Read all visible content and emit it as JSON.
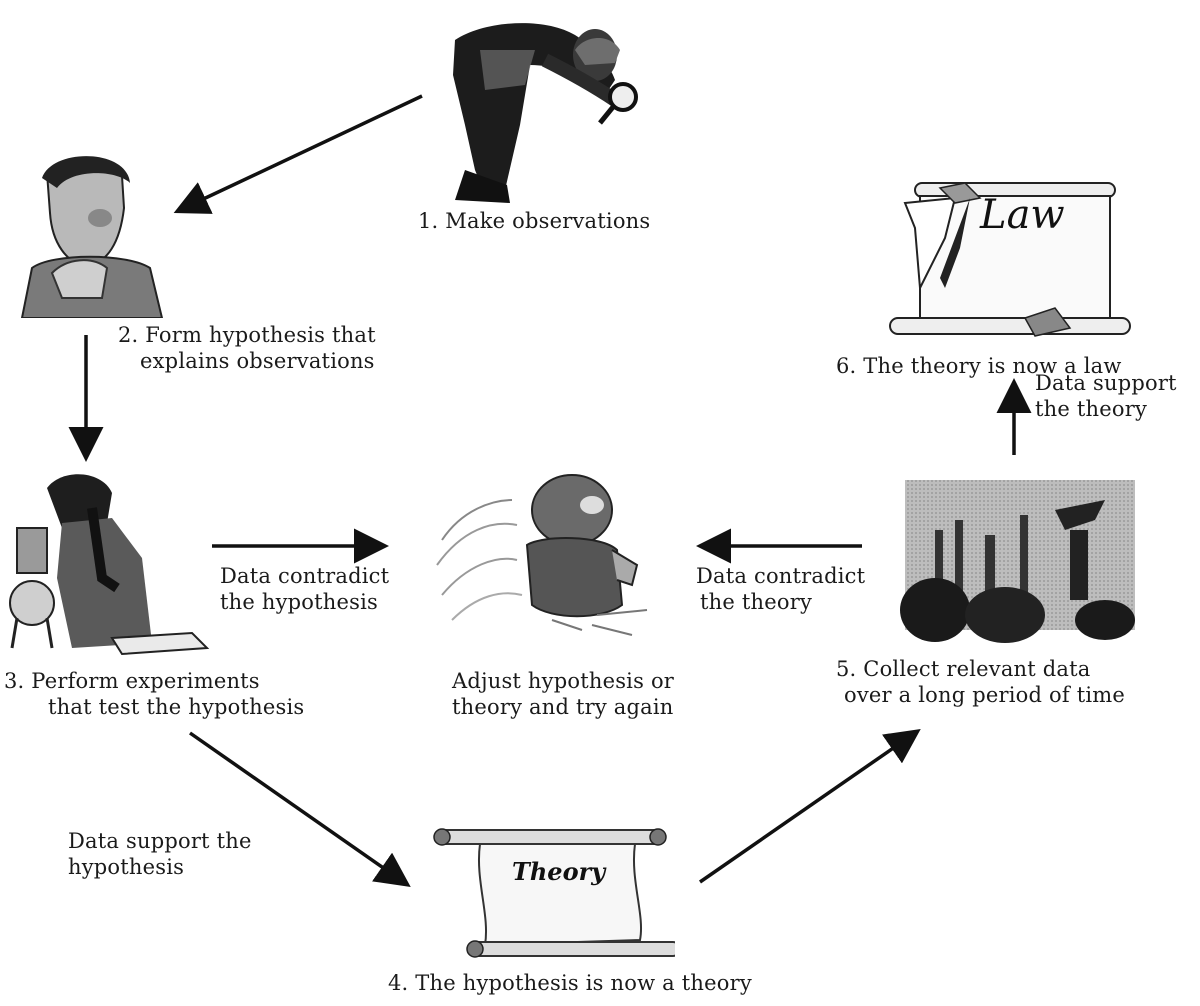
{
  "steps": {
    "observe": {
      "lines": [
        "1.  Make observations"
      ]
    },
    "hypothesis": {
      "lines": [
        "2.  Form hypothesis that",
        "explains observations"
      ]
    },
    "experiment": {
      "lines": [
        "3.  Perform experiments",
        "that test the hypothesis"
      ]
    },
    "theory": {
      "lines": [
        "4.  The hypothesis is now a theory"
      ],
      "scroll_word": "Theory"
    },
    "collect": {
      "lines": [
        "5.  Collect relevant data",
        "over a long period of time"
      ]
    },
    "law": {
      "lines": [
        "6.  The theory is now a law"
      ],
      "scroll_word": "Law"
    },
    "adjust": {
      "lines": [
        "Adjust hypothesis or",
        "theory and try again"
      ]
    }
  },
  "edges": {
    "contradict_hypothesis": [
      "Data contradict",
      "the hypothesis"
    ],
    "contradict_theory": [
      "Data contradict",
      "the theory"
    ],
    "support_theory": [
      "Data support",
      "the theory"
    ],
    "support_hypothesis": [
      "Data support the",
      "hypothesis"
    ]
  },
  "icons": {
    "observer": "man-with-magnifying-glass-icon",
    "thinker": "thinking-man-icon",
    "scientist": "scientist-with-microscope-icon",
    "frustrated": "frustrated-man-icon",
    "lab": "laboratory-equipment-icon",
    "law_scroll": "law-scroll-icon",
    "theory_scroll": "theory-scroll-icon"
  }
}
